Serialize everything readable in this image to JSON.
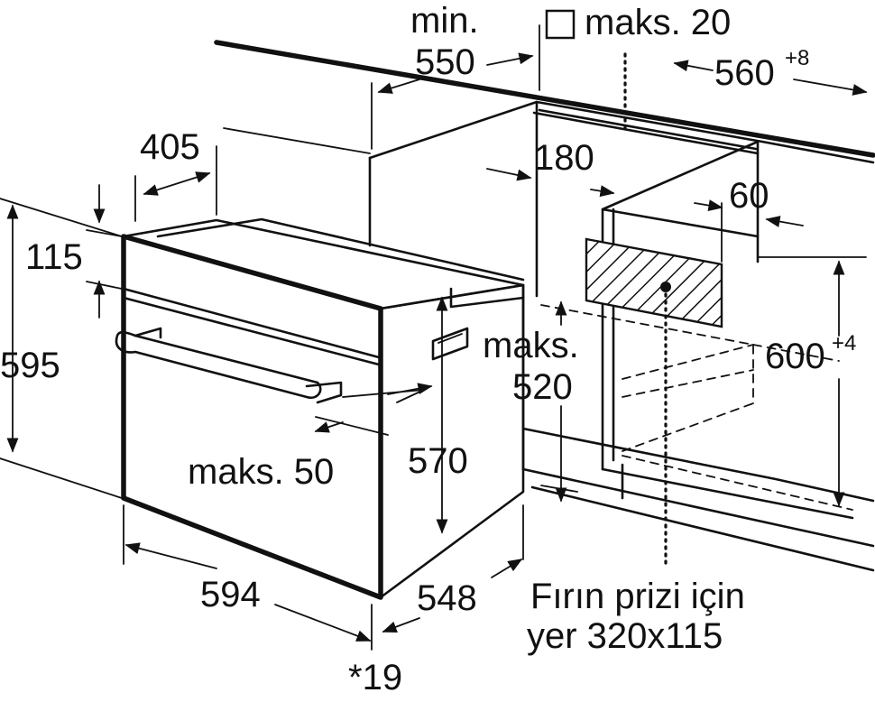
{
  "labels": {
    "min": "min.",
    "d550": "550",
    "maks20": "maks. 20",
    "d560": "560",
    "d560_sup": "+8",
    "d405": "405",
    "d180": "180",
    "d60": "60",
    "d115": "115",
    "d595": "595",
    "maks": "maks.",
    "d520": "520",
    "d600": "600",
    "d600_sup": "+4",
    "maks50": "maks. 50",
    "d570": "570",
    "d594": "594",
    "d548": "548",
    "note19": "*19",
    "socket_line1": "Fırın prizi için",
    "socket_line2": "yer 320x115"
  }
}
